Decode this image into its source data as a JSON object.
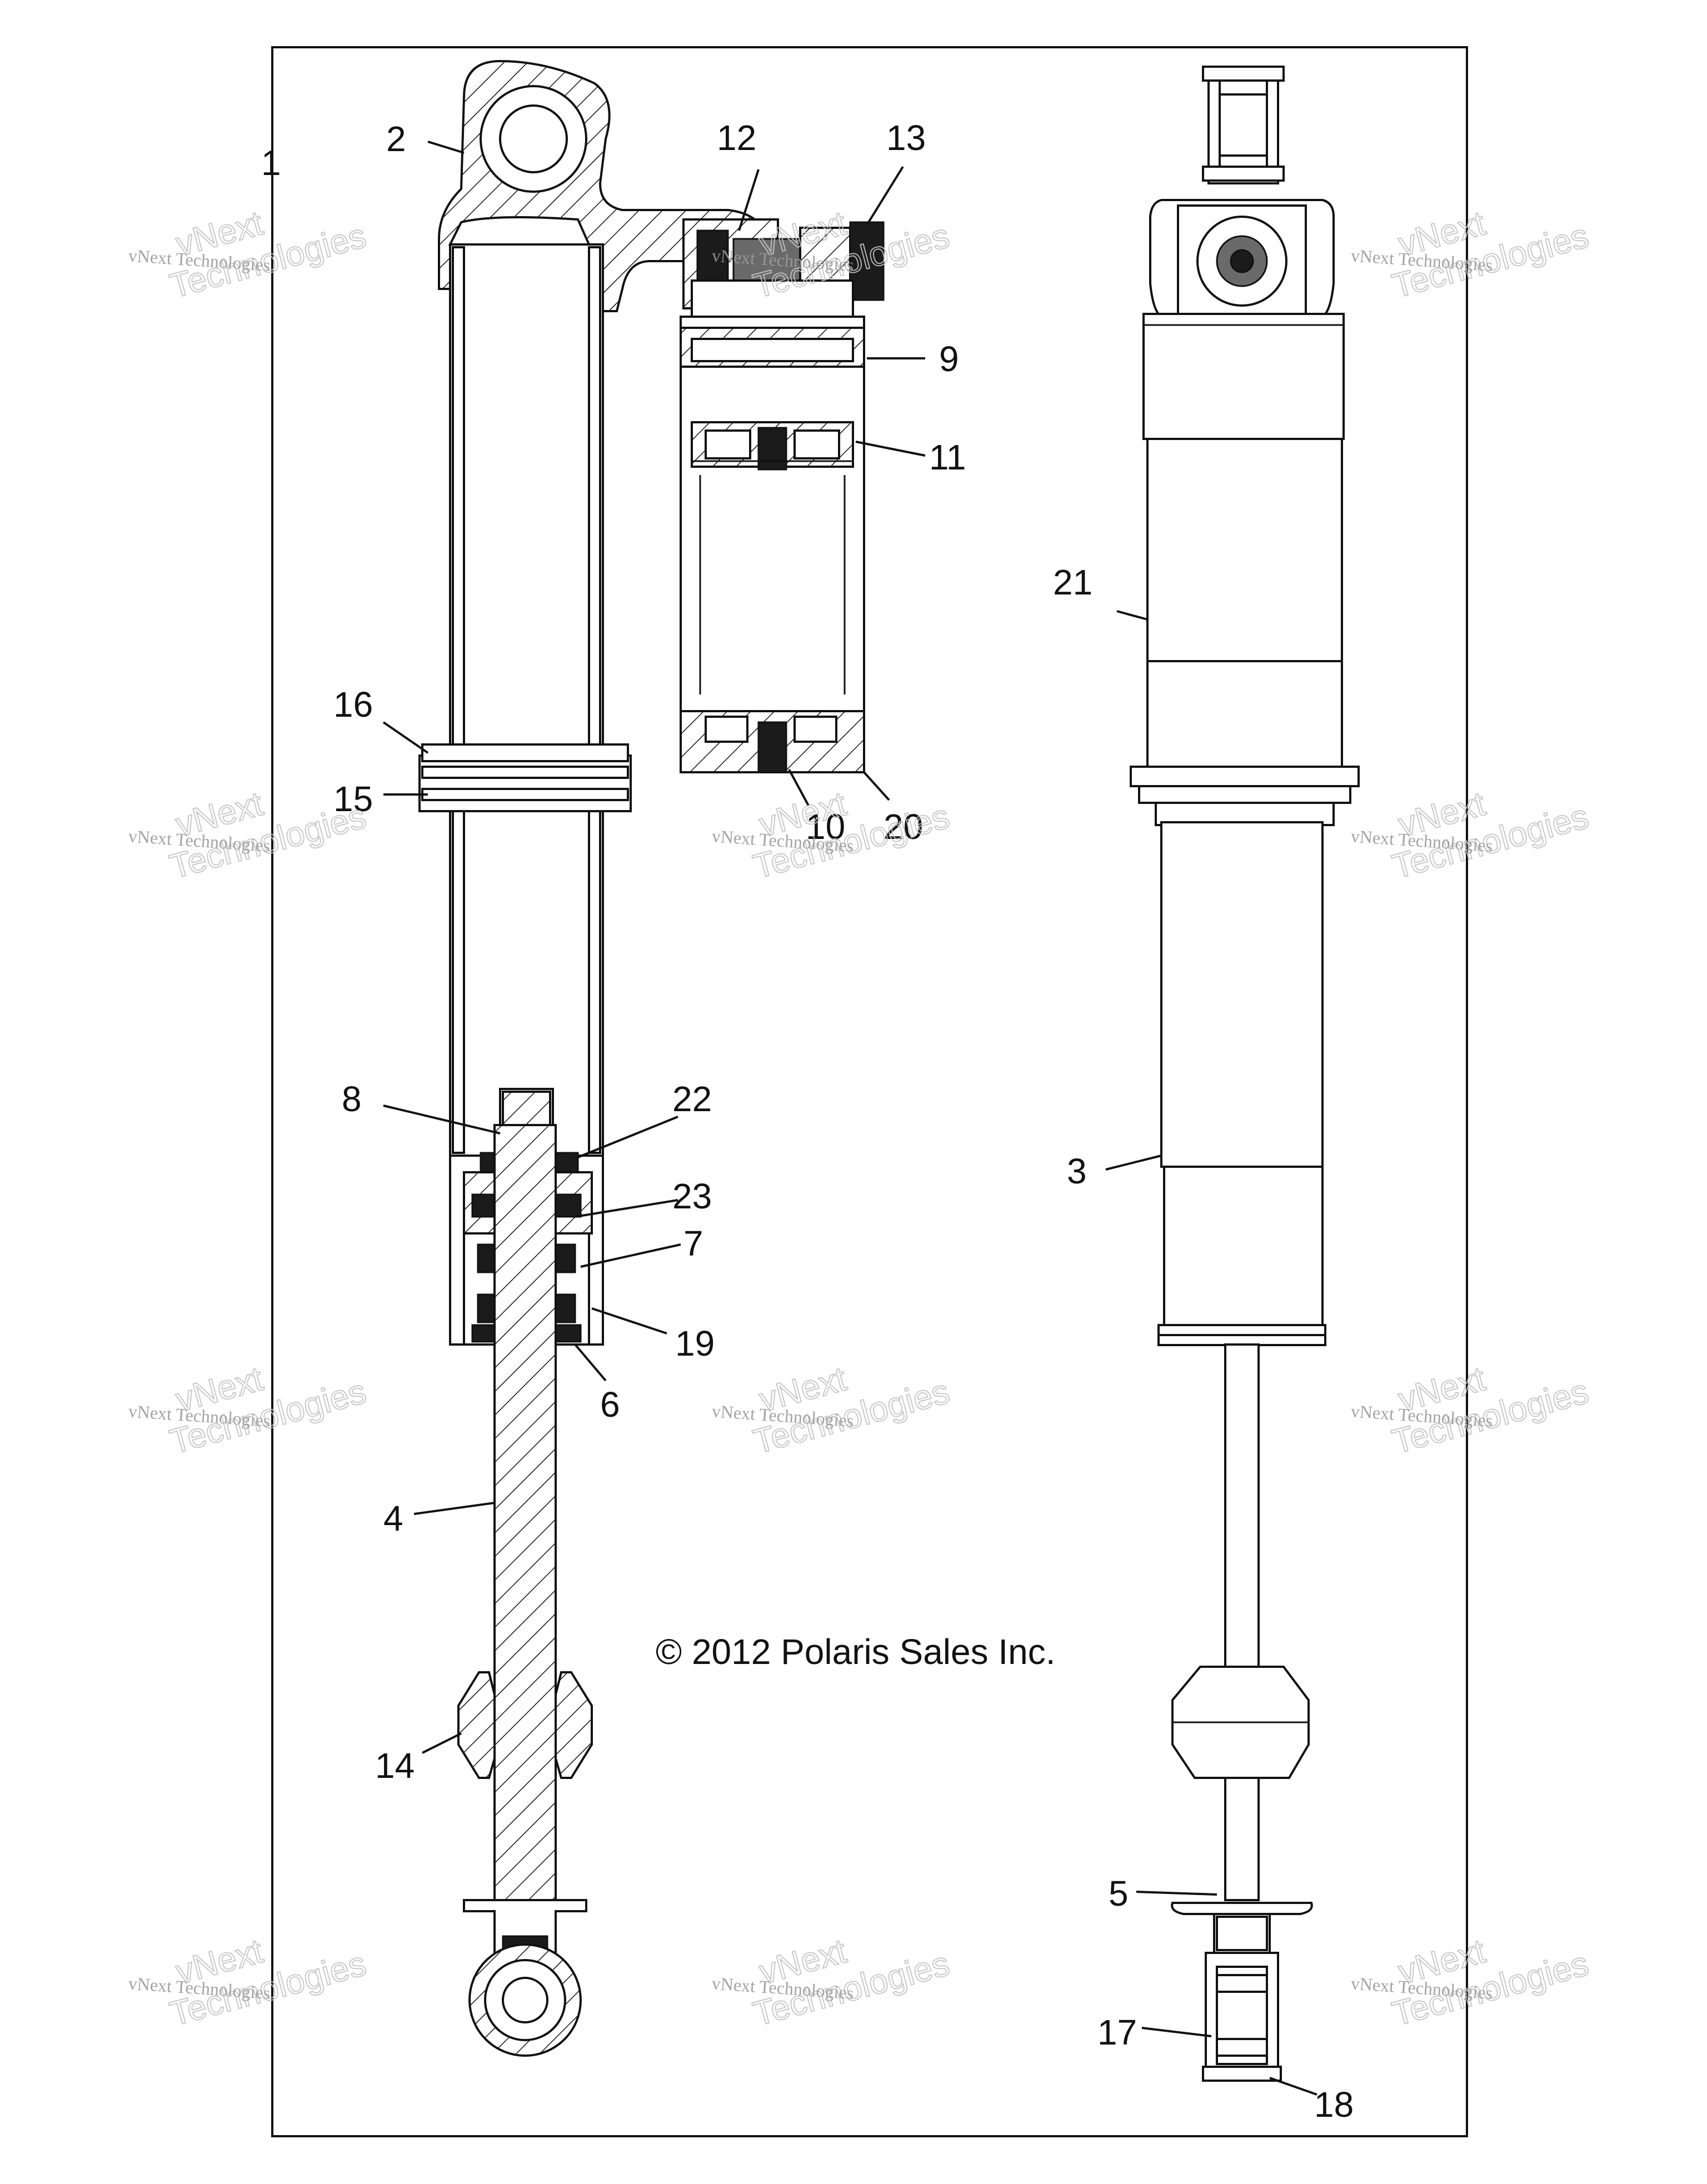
{
  "diagram": {
    "copyright": "© 2012 Polaris Sales Inc.",
    "callouts": {
      "c1": "1",
      "c2": "2",
      "c3": "3",
      "c4": "4",
      "c5": "5",
      "c6": "6",
      "c7": "7",
      "c8": "8",
      "c9": "9",
      "c10": "10",
      "c11": "11",
      "c12": "12",
      "c13": "13",
      "c14": "14",
      "c15": "15",
      "c16": "16",
      "c17": "17",
      "c18": "18",
      "c19": "19",
      "c20": "20",
      "c21": "21",
      "c22": "22",
      "c23": "23"
    },
    "watermark": {
      "line1": "vNext Technologies",
      "line2": "vNext",
      "line3": "Technologies"
    }
  }
}
